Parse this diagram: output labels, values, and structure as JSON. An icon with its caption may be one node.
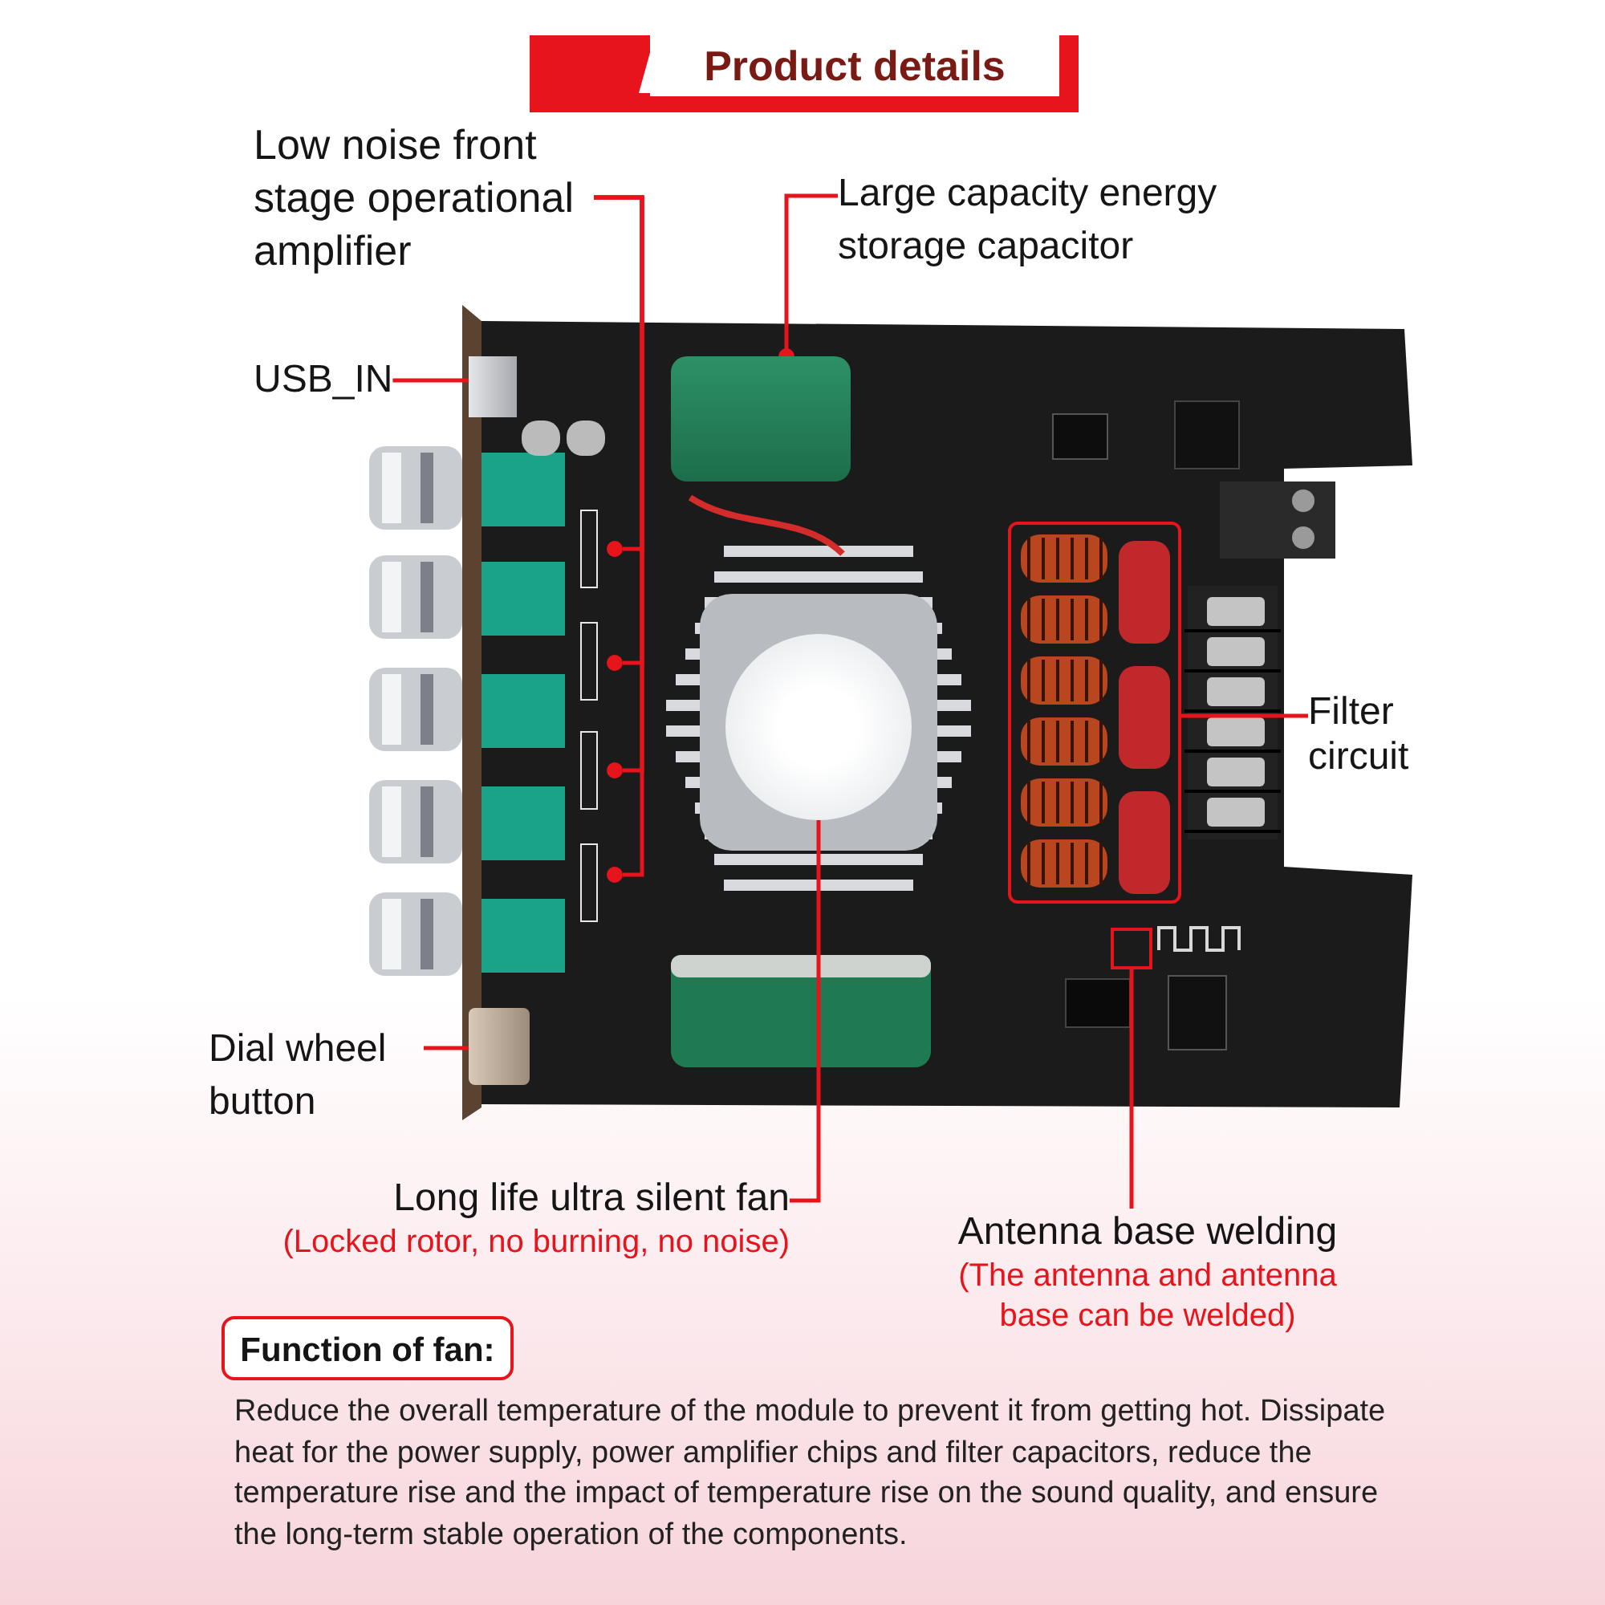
{
  "diagram": {
    "nodes": [
      {
        "text": [
          "Product details"
        ]
      },
      {
        "text": [
          "Low noise front stage operational amplifier"
        ]
      },
      {
        "text": [],
        "shape": "circle"
      },
      {
        "text": [],
        "shape": "circle"
      },
      {
        "text": [],
        "shape": "circle"
      },
      {
        "text": [],
        "shape": "circle"
      },
      {
        "text": [
          "Large capacity energy storage capacitor"
        ]
      },
      {
        "text": [],
        "shape": "cylinder"
      },
      {
        "text": [
          "USB_IN"
        ]
      },
      {
        "text": [],
        "shape": "box"
      },
      {
        "text": [
          "Filter circuit"
        ]
      },
      {
        "text": [],
        "shape": "box"
      },
      {
        "text": [
          "Dial wheel button"
        ]
      },
      {
        "text": [],
        "shape": "box"
      },
      {
        "text": [
          "Long life ultra silent fan",
          "(Locked rotor, no burning, no noise)"
        ]
      },
      {
        "text": [],
        "shape": "circle"
      },
      {
        "text": [
          "Antenna base welding",
          "(The antenna and antenna base can be welded)"
        ]
      },
      {
        "text": [],
        "shape": "box"
      },
      {
        "text": [
          "Function of fan:"
        ]
      }
    ],
    "edges": [
      {
        "from": 1,
        "to": 2,
        "arrow": "none"
      },
      {
        "from": 1,
        "to": 3,
        "arrow": "none"
      },
      {
        "from": 1,
        "to": 4,
        "arrow": "none"
      },
      {
        "from": 1,
        "to": 5,
        "arrow": "none"
      },
      {
        "from": 6,
        "to": 7,
        "arrow": "other"
      },
      {
        "from": 8,
        "to": 9,
        "arrow": "none"
      },
      {
        "from": 10,
        "to": 11,
        "arrow": "none"
      },
      {
        "from": 12,
        "to": 13,
        "arrow": "none"
      },
      {
        "from": 14,
        "to": 15,
        "arrow": "none"
      },
      {
        "from": 16,
        "to": 17,
        "arrow": "none"
      }
    ],
    "labels": [
      "Reduce the overall temperature of the module to prevent it from getting hot. Dissipate heat for the power supply, power amplifier chips and filter capacitors, reduce the temperature rise and the impact of temperature rise on the sound quality, and ensure the long-term stable operation of the components."
    ]
  }
}
